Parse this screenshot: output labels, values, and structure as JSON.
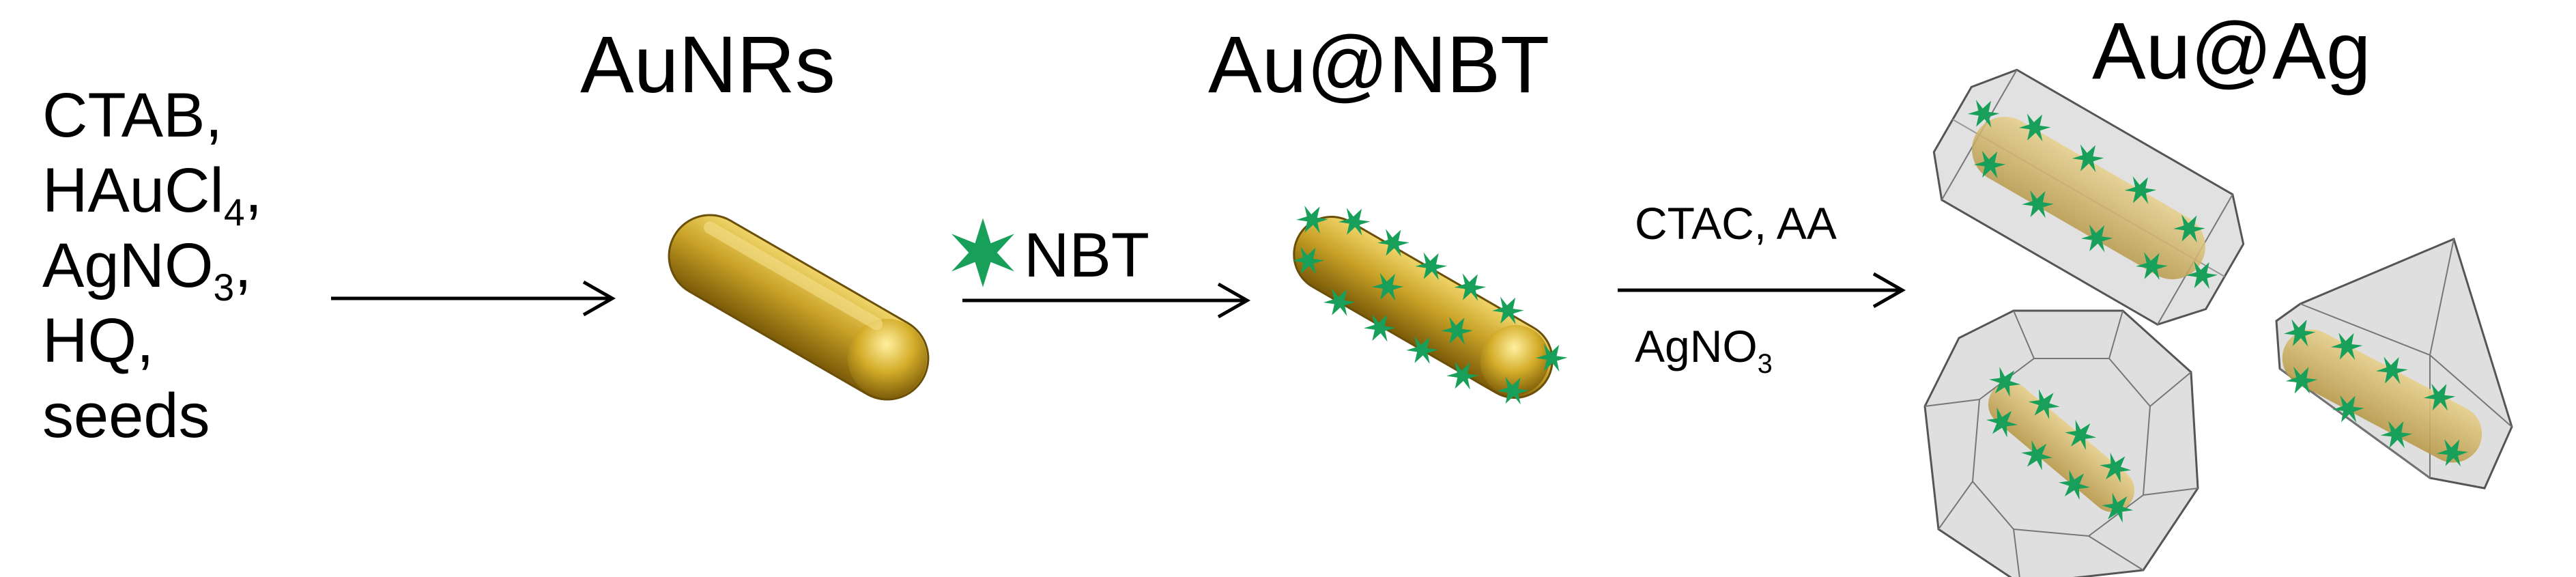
{
  "reagents": {
    "line1": "CTAB,",
    "line2_main": "HAuCl",
    "line2_sub": "4",
    "line2_end": ",",
    "line3_main": "AgNO",
    "line3_sub": "3",
    "line3_end": ",",
    "line4": "HQ,",
    "line5": "seeds"
  },
  "stages": {
    "aunrs": "AuNRs",
    "au_nbt": "Au@NBT",
    "au_ag": "Au@Ag"
  },
  "step2": {
    "label": "NBT"
  },
  "step3": {
    "top": "CTAC, AA",
    "bottom_main": "AgNO",
    "bottom_sub": "3"
  },
  "colors": {
    "gold": "#c9a227",
    "gold_dark": "#8a6a10",
    "molecule_green": "#18a05a",
    "shell_gray": "#d9d9d9"
  }
}
